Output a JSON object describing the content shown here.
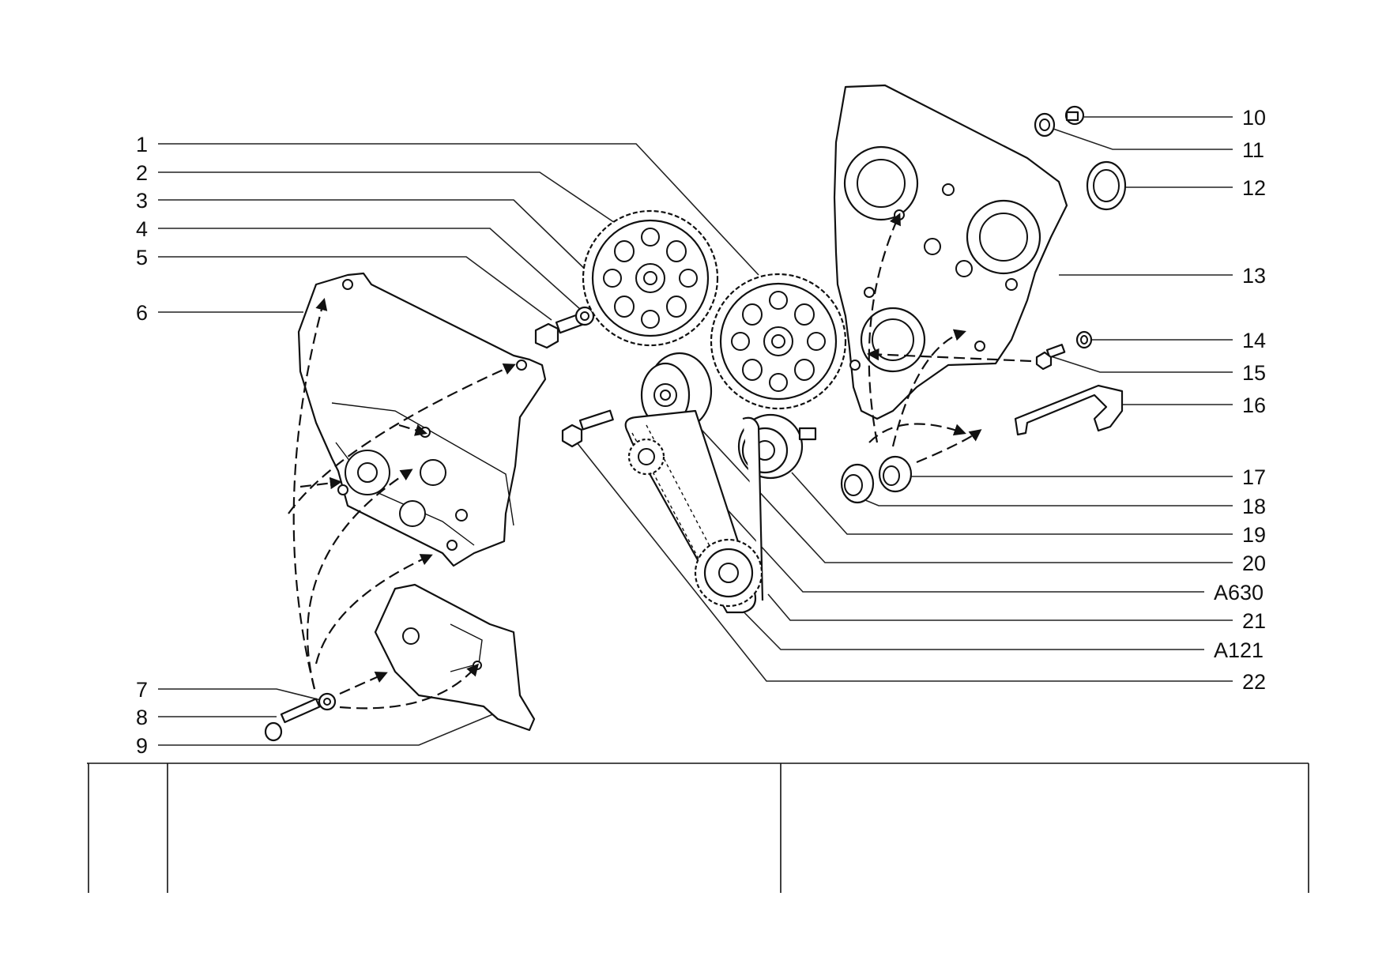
{
  "diagram": {
    "callouts_left": [
      {
        "id": "c1",
        "label": "1"
      },
      {
        "id": "c2",
        "label": "2"
      },
      {
        "id": "c3",
        "label": "3"
      },
      {
        "id": "c4",
        "label": "4"
      },
      {
        "id": "c5",
        "label": "5"
      },
      {
        "id": "c6",
        "label": "6"
      },
      {
        "id": "c7",
        "label": "7"
      },
      {
        "id": "c8",
        "label": "8"
      },
      {
        "id": "c9",
        "label": "9"
      }
    ],
    "callouts_right": [
      {
        "id": "c10",
        "label": "10"
      },
      {
        "id": "c11",
        "label": "11"
      },
      {
        "id": "c12",
        "label": "12"
      },
      {
        "id": "c13",
        "label": "13"
      },
      {
        "id": "c14",
        "label": "14"
      },
      {
        "id": "c15",
        "label": "15"
      },
      {
        "id": "c16",
        "label": "16"
      },
      {
        "id": "c17",
        "label": "17"
      },
      {
        "id": "c18",
        "label": "18"
      },
      {
        "id": "c19",
        "label": "19"
      },
      {
        "id": "c20",
        "label": "20"
      },
      {
        "id": "cA630",
        "label": "A630"
      },
      {
        "id": "c21",
        "label": "21"
      },
      {
        "id": "cA121",
        "label": "A121"
      },
      {
        "id": "c22",
        "label": "22"
      }
    ]
  }
}
